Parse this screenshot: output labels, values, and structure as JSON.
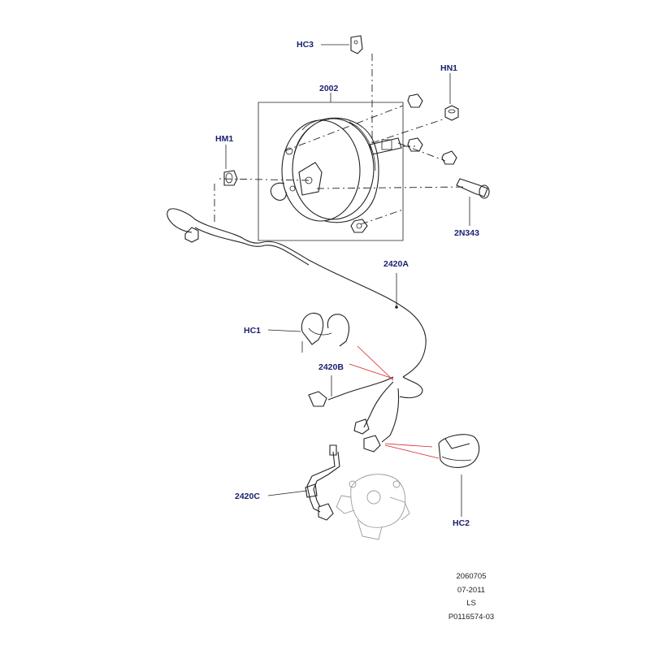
{
  "callouts": {
    "hc3": "HC3",
    "hn1": "HN1",
    "p2002": "2002",
    "hm1": "HM1",
    "p2n343": "2N343",
    "p2420a": "2420A",
    "hc1": "HC1",
    "p2420b": "2420B",
    "p2420c": "2420C",
    "hc2": "HC2"
  },
  "footer": {
    "ref": "2060705",
    "date": "07-2011",
    "code": "LS",
    "part_no": "P0116574-03"
  },
  "colors": {
    "callout_text": "#1a1f6e",
    "line": "#222222",
    "highlight_leader": "#d81e1e",
    "ghost_part": "#9a9a9a"
  }
}
